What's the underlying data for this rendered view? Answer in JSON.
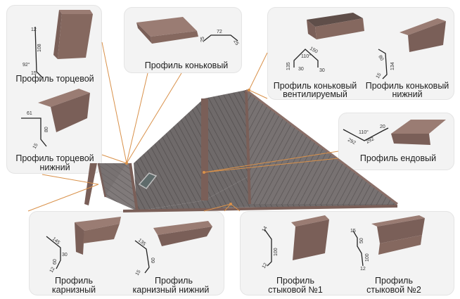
{
  "labels": {
    "tortsevoy": "Профиль торцевой",
    "tortsevoy_nizhniy_1": "Профиль торцевой",
    "tortsevoy_nizhniy_2": "нижний",
    "konkovy": "Профиль коньковый",
    "konkovy_vent_1": "Профиль коньковый",
    "konkovy_vent_2": "вентилируемый",
    "konkovy_nizhniy_1": "Профиль коньковый",
    "konkovy_nizhniy_2": "нижний",
    "endovy": "Профиль ендовый",
    "karnizny_1": "Профиль",
    "karnizny_2": "карнизный",
    "karnizny_nizhniy_1": "Профиль",
    "karnizny_nizhniy_2": "карнизный нижний",
    "stykovoy1_1": "Профиль",
    "stykovoy1_2": "стыковой №1",
    "stykovoy2_1": "Профиль",
    "stykovoy2_2": "стыковой №2"
  },
  "dims": {
    "tortsevoy": [
      "12",
      "108",
      "92°",
      "15"
    ],
    "tortsevoy_nizhniy": [
      "61",
      "80",
      "15"
    ],
    "konkovy": [
      "25",
      "72",
      "25"
    ],
    "konkovy_vent": [
      "150",
      "110°",
      "135",
      "30",
      "30"
    ],
    "konkovy_nizhniy": [
      "80",
      "134",
      "15"
    ],
    "endovy": [
      "110°",
      "20",
      "292",
      "292"
    ],
    "karnizny": [
      "145",
      "30",
      "60",
      "12"
    ],
    "karnizny_nizhniy": [
      "135",
      "60",
      "15"
    ],
    "stykovoy1": [
      "14",
      "100",
      "12"
    ],
    "stykovoy2": [
      "15",
      "50",
      "100",
      "12"
    ]
  },
  "colors": {
    "roof": "#6f6a6a",
    "metal": "#7a5f58",
    "metal_light": "#9a7c73",
    "callout": "#d9914a",
    "panel": "#f3f3f3"
  }
}
